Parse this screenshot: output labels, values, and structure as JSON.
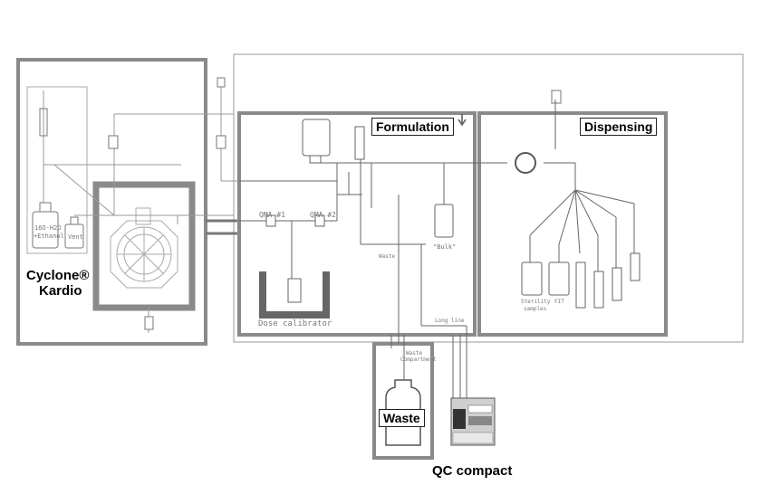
{
  "sections": {
    "cyclone": "Cyclone® Kardio",
    "cyclone_line1": "Cyclone®",
    "cyclone_line2": "Kardio",
    "formulation": "Formulation",
    "dispensing": "Dispensing",
    "waste": "Waste",
    "qc": "QC compact"
  },
  "small_labels": {
    "vial1_line1": "16O-H2O",
    "vial1_line2": "+Ethanol",
    "vent": "Vent",
    "qma1": "QMA #1",
    "qma2": "QMA #2",
    "dose_calibrator": "Dose calibrator",
    "bulk": "\"Bulk\"",
    "waste_line": "Waste",
    "long_line": "Long line",
    "waste_compartment_1": "Waste",
    "waste_compartment_2": "Compartment",
    "sterility_1": "Sterility",
    "sterility_2": "samples",
    "fit": "FIT"
  },
  "colors": {
    "frame": "#8a8a8a",
    "line": "#555555",
    "light_line": "#bbbbbb"
  }
}
